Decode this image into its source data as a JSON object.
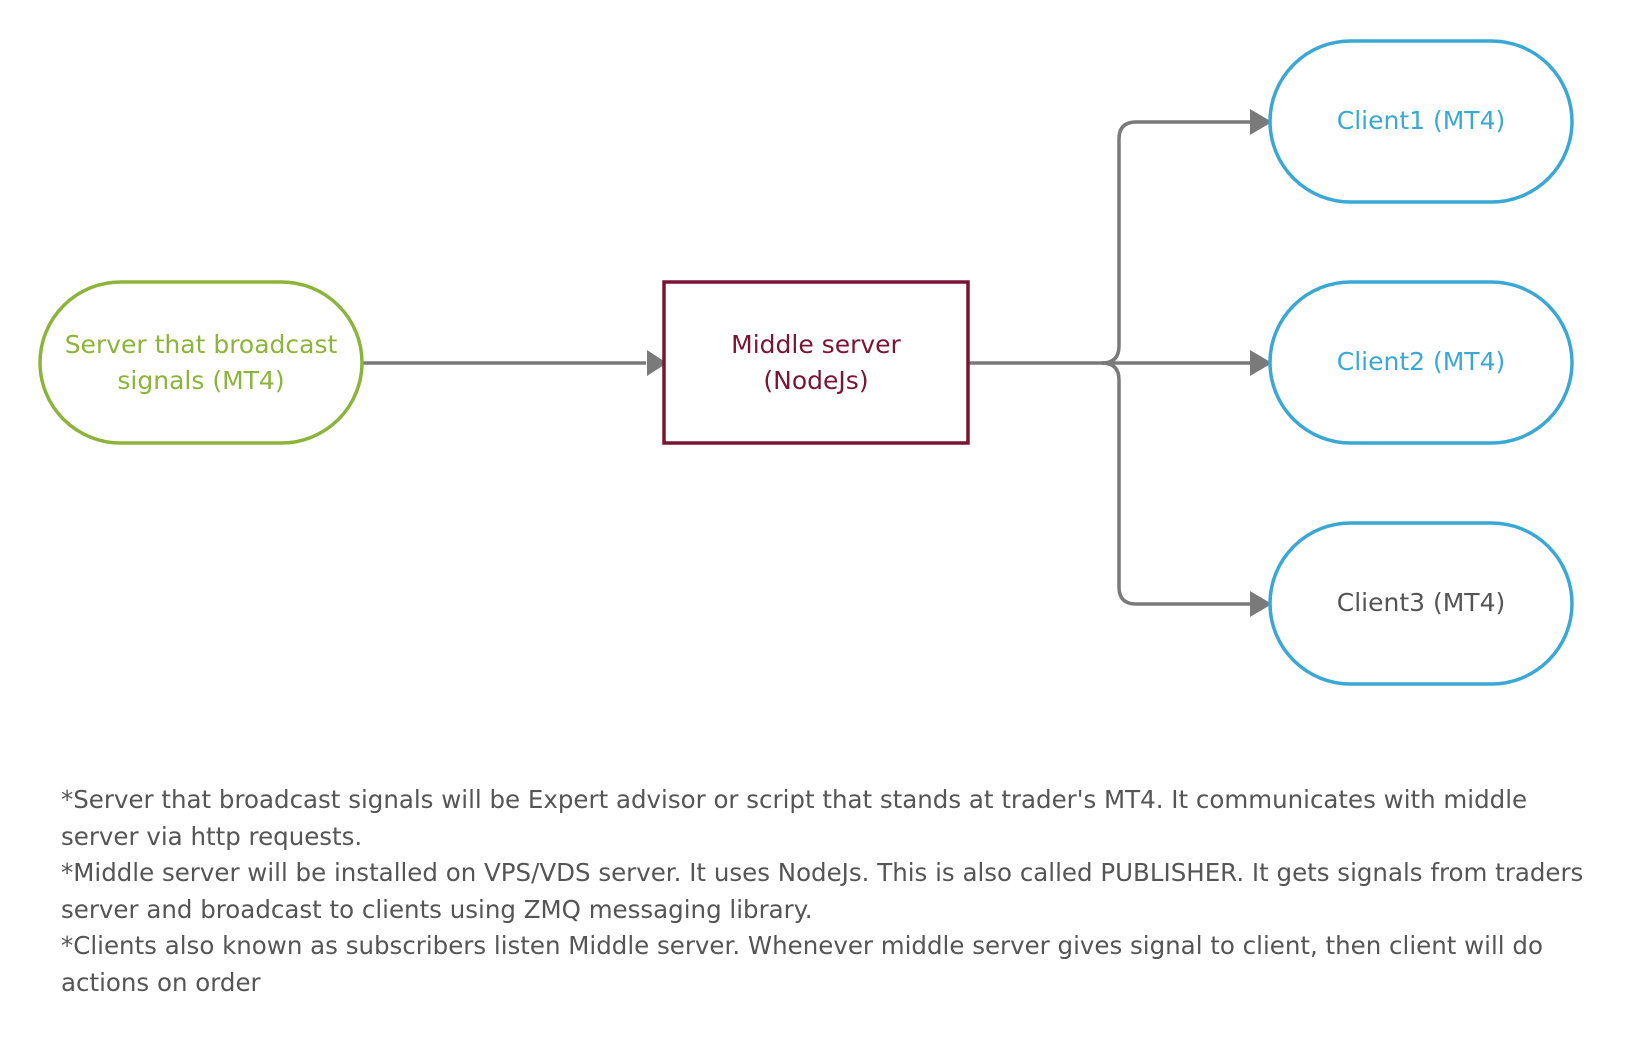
{
  "diagram": {
    "colors": {
      "source": "#8db43a",
      "middle": "#7a1433",
      "client": "#3aa8d4",
      "client_muted_text": "#555555",
      "connector": "#7a7a7a"
    },
    "source_node": {
      "line1": "Server that broadcast",
      "line2": "signals (MT4)"
    },
    "middle_node": {
      "line1": "Middle server",
      "line2": "(NodeJs)"
    },
    "clients": [
      {
        "label": "Client1 (MT4)"
      },
      {
        "label": "Client2 (MT4)"
      },
      {
        "label": "Client3 (MT4)"
      }
    ]
  },
  "notes": [
    "*Server that broadcast signals will be Expert advisor or script that stands at trader's MT4. It communicates with middle server via http requests.",
    "*Middle server will be installed on VPS/VDS server. It uses NodeJs. This is also called PUBLISHER. It gets signals from traders server and broadcast to clients using ZMQ messaging library.",
    "*Clients also known as subscribers listen Middle server. Whenever middle server gives signal to client, then client will do actions on order"
  ]
}
